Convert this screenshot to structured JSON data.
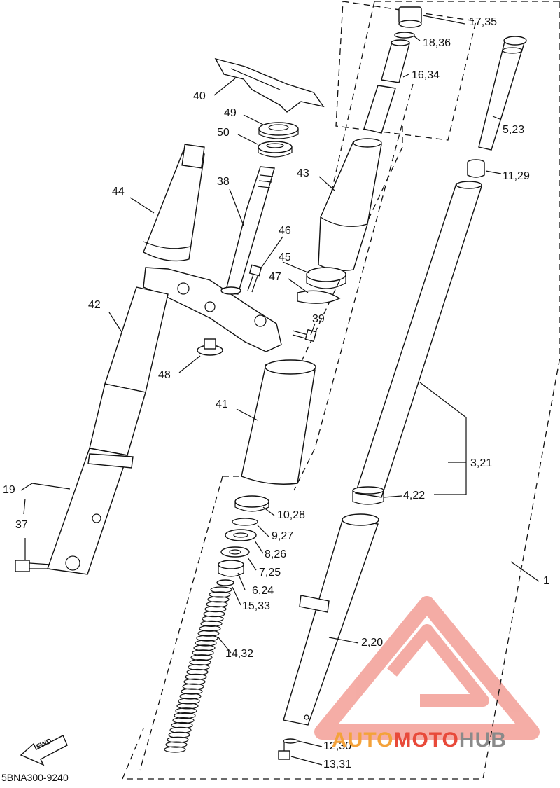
{
  "labels": {
    "p1735": "17,35",
    "p1836": "18,36",
    "p1634": "16,34",
    "p523": "5,23",
    "p40": "40",
    "p49": "49",
    "p50": "50",
    "p43": "43",
    "p1129": "11,29",
    "p44": "44",
    "p38": "38",
    "p46": "46",
    "p45": "45",
    "p47": "47",
    "p42": "42",
    "p39": "39",
    "p48": "48",
    "p41": "41",
    "p321": "3,21",
    "p422": "4,22",
    "p19": "19",
    "p37": "37",
    "p1028": "10,28",
    "p927": "9,27",
    "p826": "8,26",
    "p725": "7,25",
    "p624": "6,24",
    "p1533": "15,33",
    "p1": "1",
    "p220": "2,20",
    "p1432": "14,32",
    "p1230": "12,30",
    "p1331": "13,31"
  },
  "fwd_arrow": "FWD",
  "diagram_code": "5BNA300-9240",
  "watermark": {
    "part1": "AUTO",
    "part2": "MOTO",
    "part3": "HUB"
  },
  "colors": {
    "watermark_red": "#e84a3a",
    "watermark_orange": "#f4a23a",
    "watermark_gray": "#8a8a8a"
  }
}
